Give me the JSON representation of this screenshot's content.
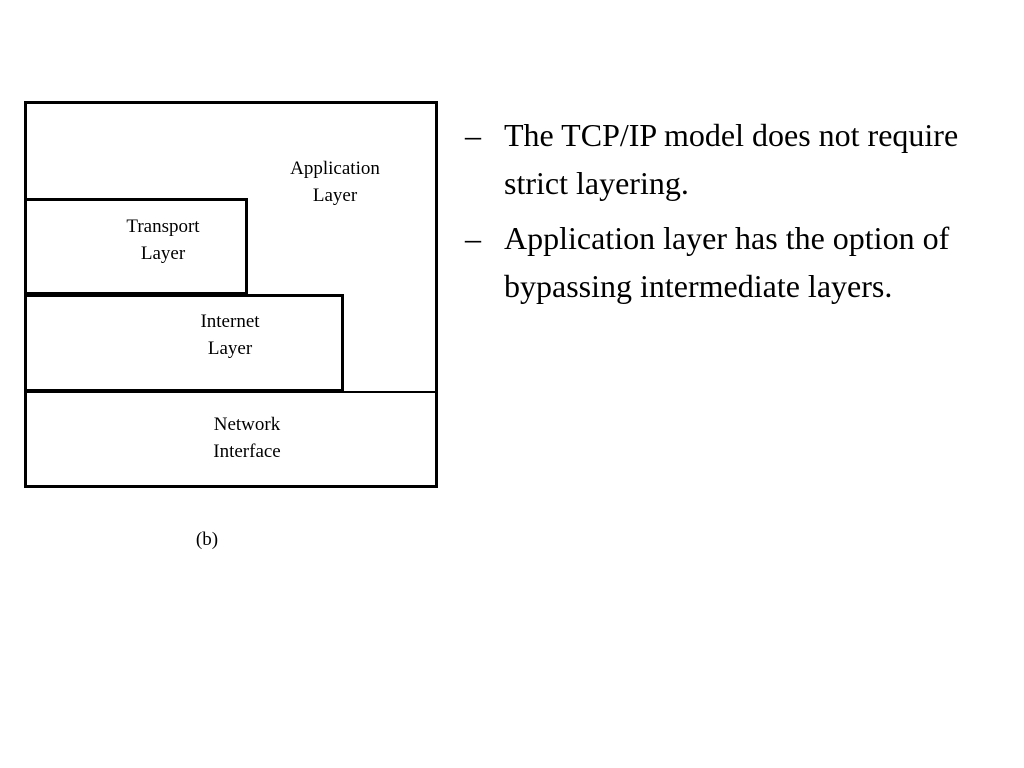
{
  "diagram": {
    "application_layer": [
      "Application",
      "Layer"
    ],
    "transport_layer": [
      "Transport",
      "Layer"
    ],
    "internet_layer": [
      "Internet",
      "Layer"
    ],
    "network_interface": [
      "Network",
      "Interface"
    ],
    "caption": "(b)"
  },
  "bullets": [
    {
      "marker": "–",
      "text": "The TCP/IP model does not require strict layering."
    },
    {
      "marker": "–",
      "text": "Application layer has the option of bypassing intermediate layers."
    }
  ]
}
